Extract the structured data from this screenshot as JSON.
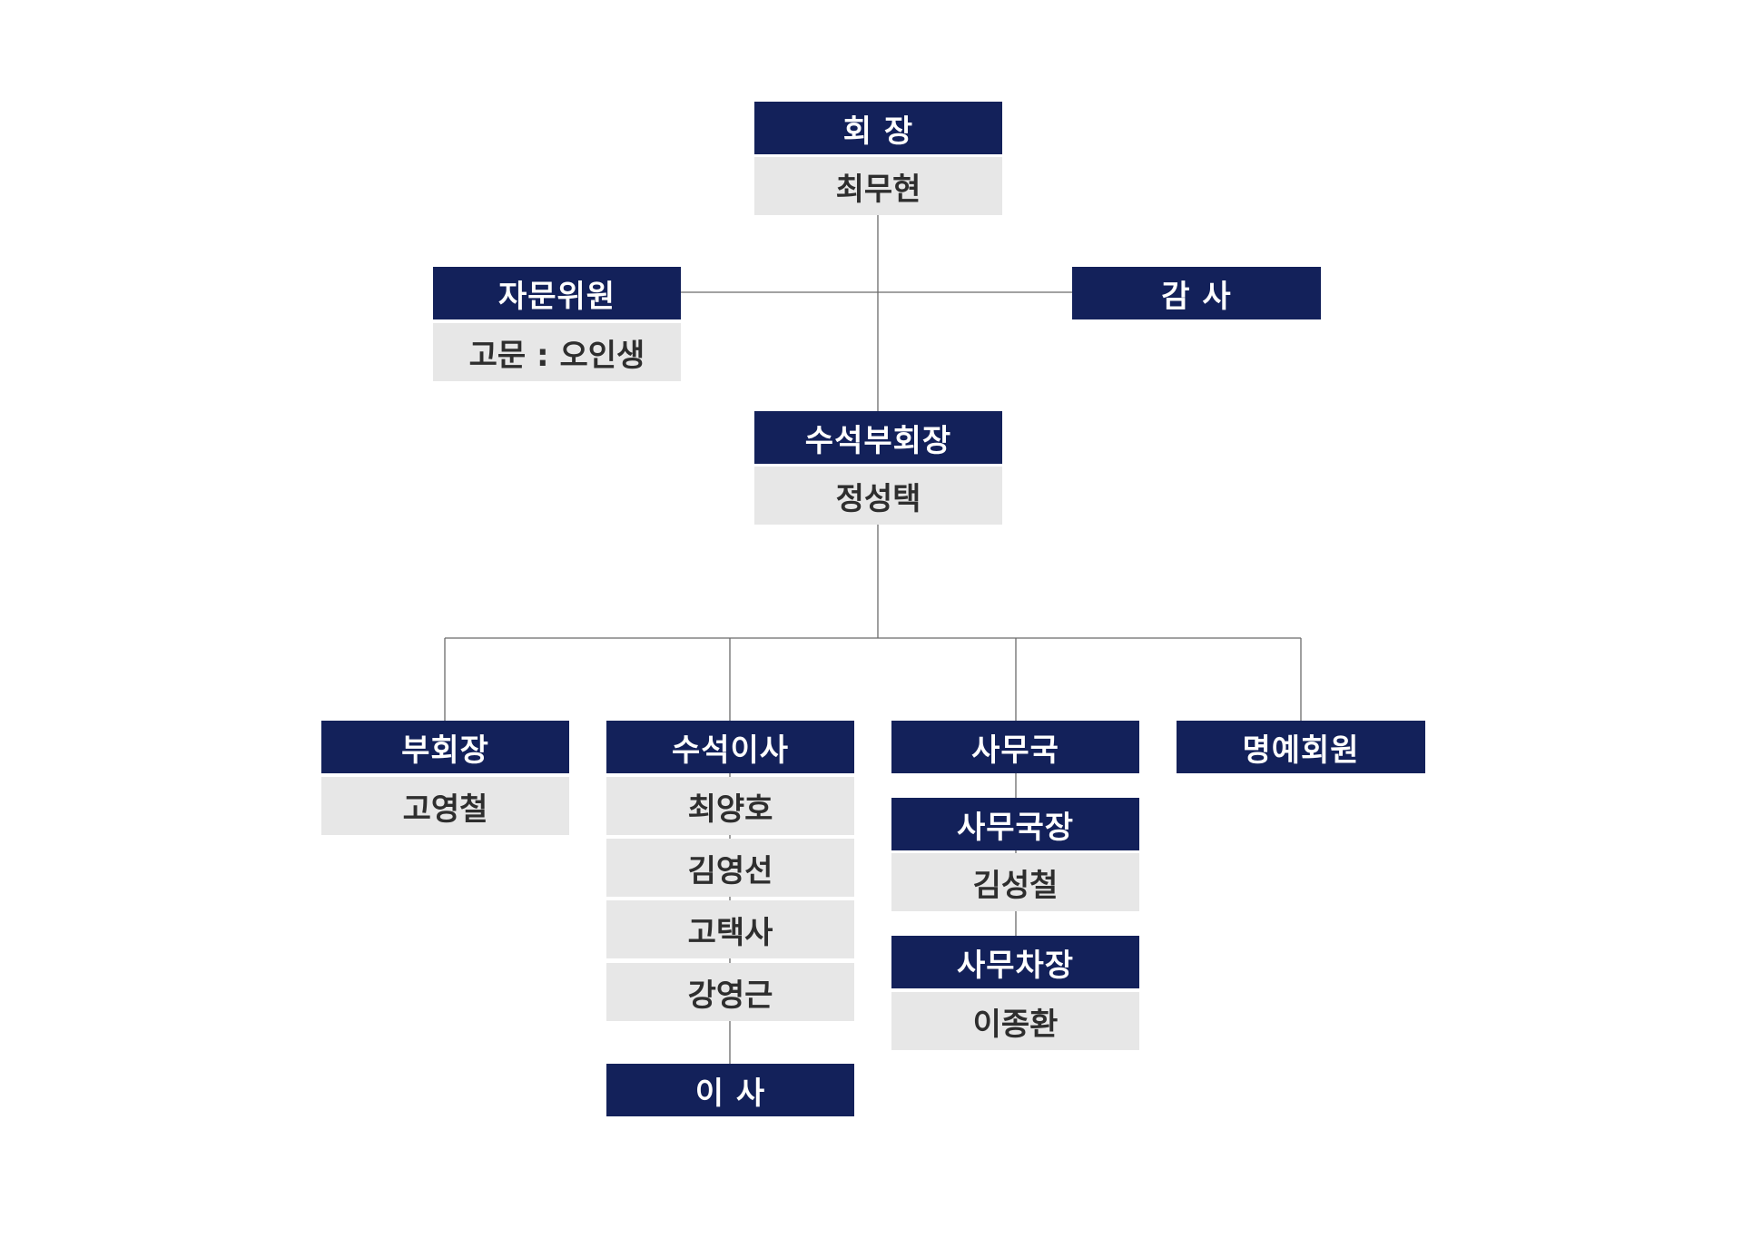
{
  "colors": {
    "header_bg": "#13215a",
    "header_text": "#ffffff",
    "cell_bg": "#e7e7e7",
    "cell_text": "#2e2e2e",
    "line": "#6b6b6b"
  },
  "chairman": {
    "title": "회  장",
    "name": "최무현"
  },
  "advisor": {
    "title": "자문위원",
    "name": "고문 : 오인생"
  },
  "auditor": {
    "title": "감  사"
  },
  "senior_vice_chairman": {
    "title": "수석부회장",
    "name": "정성택"
  },
  "vice_chairman": {
    "title": "부회장",
    "name": "고영철"
  },
  "senior_directors": {
    "title": "수석이사",
    "names": [
      "최양호",
      "김영선",
      "고택사",
      "강영근"
    ]
  },
  "directors": {
    "title": "이  사"
  },
  "secretariat": {
    "title": "사무국",
    "chief": {
      "title": "사무국장",
      "name": "김성철"
    },
    "deputy": {
      "title": "사무차장",
      "name": "이종환"
    }
  },
  "honorary": {
    "title": "명예회원"
  }
}
